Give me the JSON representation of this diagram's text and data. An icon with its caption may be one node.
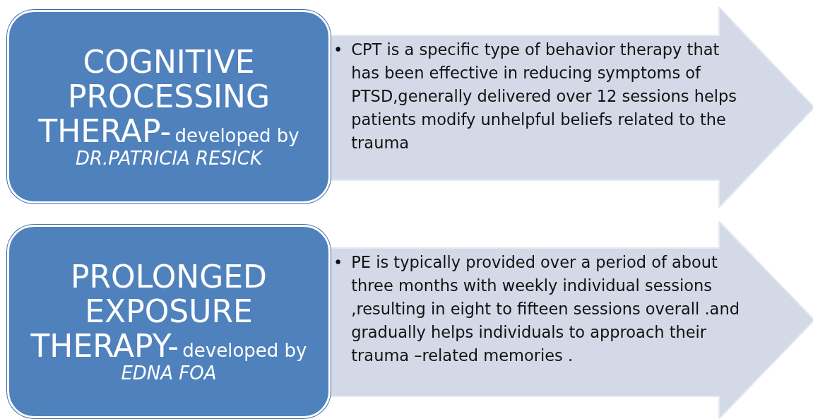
{
  "diagram": {
    "nodes": [
      {
        "text": [
          "COGNITIVE PROCESSING THERAP-",
          "developed by *DR.PATRICIA RESICK*"
        ]
      },
      {
        "text": [
          "•",
          "CPT is a specific type of behavior therapy that has been effective in reducing symptoms of PTSD,generally delivered over 12 sessions helps patients modify unhelpful beliefs related to the trauma"
        ]
      },
      {
        "text": [
          "PROLONGED EXPOSURE THERAPY-",
          "developed by *EDNA FOA*"
        ]
      },
      {
        "text": [
          "•",
          "PE is typically provided over a period of about three months with weekly individual sessions ,resulting in eight to fifteen sessions overall .and gradually helps individuals to approach their trauma –related memories ."
        ]
      }
    ]
  }
}
